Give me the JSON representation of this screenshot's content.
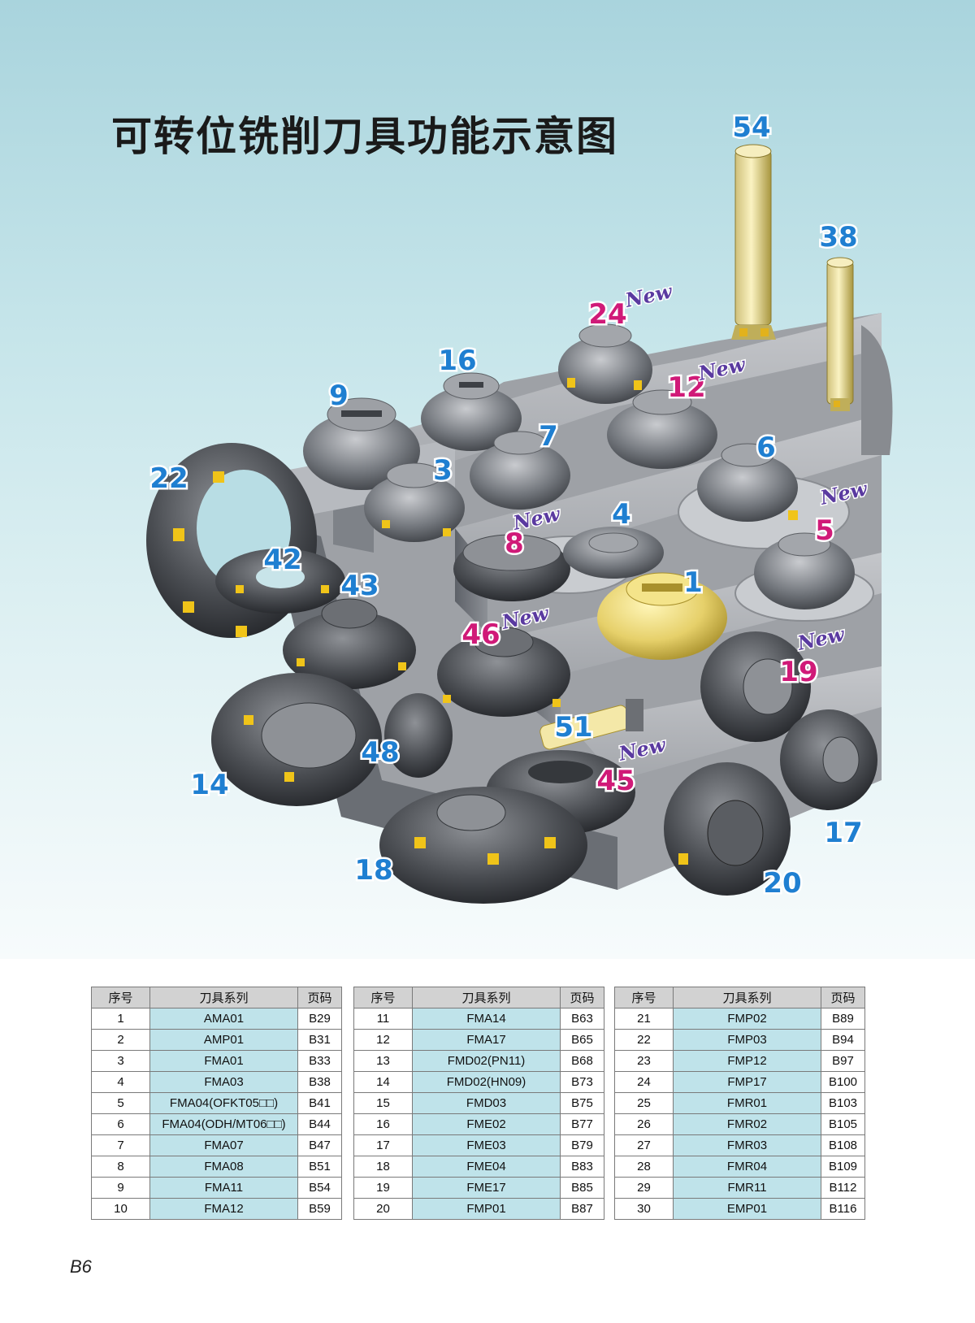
{
  "page": {
    "title": "可转位铣削刀具功能示意图",
    "page_number": "B6"
  },
  "callouts": [
    {
      "label": "54",
      "color": "blue",
      "new": false
    },
    {
      "label": "38",
      "color": "blue",
      "new": false
    },
    {
      "label": "24",
      "color": "magenta",
      "new": true
    },
    {
      "label": "16",
      "color": "blue",
      "new": false
    },
    {
      "label": "12",
      "color": "magenta",
      "new": true
    },
    {
      "label": "9",
      "color": "blue",
      "new": false
    },
    {
      "label": "7",
      "color": "blue",
      "new": false
    },
    {
      "label": "3",
      "color": "blue",
      "new": false
    },
    {
      "label": "6",
      "color": "blue",
      "new": false
    },
    {
      "label": "22",
      "color": "blue",
      "new": false
    },
    {
      "label": "5",
      "color": "magenta",
      "new": true
    },
    {
      "label": "8",
      "color": "magenta",
      "new": true
    },
    {
      "label": "4",
      "color": "blue",
      "new": false
    },
    {
      "label": "42",
      "color": "blue",
      "new": false
    },
    {
      "label": "1",
      "color": "blue",
      "new": false
    },
    {
      "label": "43",
      "color": "blue",
      "new": false
    },
    {
      "label": "46",
      "color": "magenta",
      "new": true
    },
    {
      "label": "19",
      "color": "magenta",
      "new": true
    },
    {
      "label": "51",
      "color": "blue",
      "new": false
    },
    {
      "label": "48",
      "color": "blue",
      "new": false
    },
    {
      "label": "14",
      "color": "blue",
      "new": false
    },
    {
      "label": "45",
      "color": "magenta",
      "new": true
    },
    {
      "label": "17",
      "color": "blue",
      "new": false
    },
    {
      "label": "18",
      "color": "blue",
      "new": false
    },
    {
      "label": "20",
      "color": "blue",
      "new": false
    }
  ],
  "new_tag_text": "New",
  "tables": {
    "headers": {
      "index": "序号",
      "series": "刀具系列",
      "page": "页码"
    },
    "groups": [
      [
        {
          "index": "1",
          "series": "AMA01",
          "page": "B29"
        },
        {
          "index": "2",
          "series": "AMP01",
          "page": "B31"
        },
        {
          "index": "3",
          "series": "FMA01",
          "page": "B33"
        },
        {
          "index": "4",
          "series": "FMA03",
          "page": "B38"
        },
        {
          "index": "5",
          "series": "FMA04(OFKT05□□)",
          "page": "B41"
        },
        {
          "index": "6",
          "series": "FMA04(ODH/MT06□□)",
          "page": "B44"
        },
        {
          "index": "7",
          "series": "FMA07",
          "page": "B47"
        },
        {
          "index": "8",
          "series": "FMA08",
          "page": "B51"
        },
        {
          "index": "9",
          "series": "FMA11",
          "page": "B54"
        },
        {
          "index": "10",
          "series": "FMA12",
          "page": "B59"
        }
      ],
      [
        {
          "index": "11",
          "series": "FMA14",
          "page": "B63"
        },
        {
          "index": "12",
          "series": "FMA17",
          "page": "B65"
        },
        {
          "index": "13",
          "series": "FMD02(PN11)",
          "page": "B68"
        },
        {
          "index": "14",
          "series": "FMD02(HN09)",
          "page": "B73"
        },
        {
          "index": "15",
          "series": "FMD03",
          "page": "B75"
        },
        {
          "index": "16",
          "series": "FME02",
          "page": "B77"
        },
        {
          "index": "17",
          "series": "FME03",
          "page": "B79"
        },
        {
          "index": "18",
          "series": "FME04",
          "page": "B83"
        },
        {
          "index": "19",
          "series": "FME17",
          "page": "B85"
        },
        {
          "index": "20",
          "series": "FMP01",
          "page": "B87"
        }
      ],
      [
        {
          "index": "21",
          "series": "FMP02",
          "page": "B89"
        },
        {
          "index": "22",
          "series": "FMP03",
          "page": "B94"
        },
        {
          "index": "23",
          "series": "FMP12",
          "page": "B97"
        },
        {
          "index": "24",
          "series": "FMP17",
          "page": "B100"
        },
        {
          "index": "25",
          "series": "FMR01",
          "page": "B103"
        },
        {
          "index": "26",
          "series": "FMR02",
          "page": "B105"
        },
        {
          "index": "27",
          "series": "FMR03",
          "page": "B108"
        },
        {
          "index": "28",
          "series": "FMR04",
          "page": "B109"
        },
        {
          "index": "29",
          "series": "FMR11",
          "page": "B112"
        },
        {
          "index": "30",
          "series": "EMP01",
          "page": "B116"
        }
      ]
    ]
  },
  "colors": {
    "callout_blue": "#1f7fd1",
    "callout_magenta": "#d01a78",
    "table_series_bg": "#bfe3ea",
    "table_header_bg": "#d2d2d2"
  }
}
